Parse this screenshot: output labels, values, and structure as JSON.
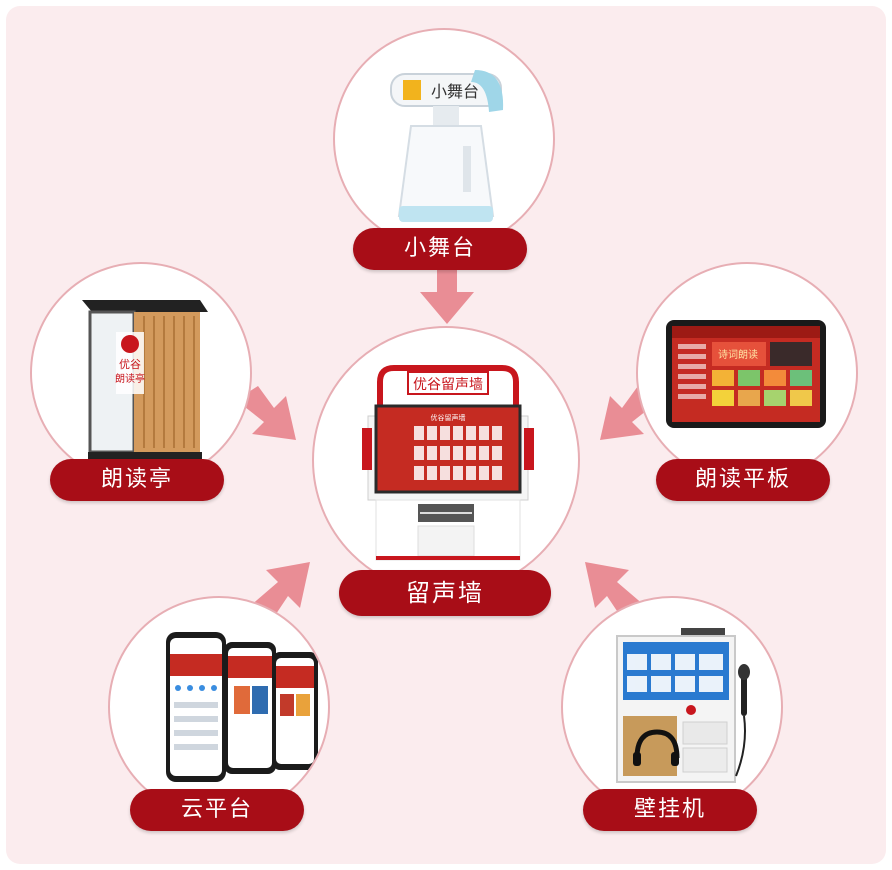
{
  "center": {
    "label": "留声墙",
    "device_title": "优谷留声墙",
    "screen_header": "优谷留声墙"
  },
  "nodes": [
    {
      "id": "stage",
      "label": "小舞台",
      "device_text": "小舞台"
    },
    {
      "id": "booth",
      "label": "朗读亭",
      "device_text": "优谷朗读亭"
    },
    {
      "id": "tablet",
      "label": "朗读平板",
      "device_text": "诗词朗读"
    },
    {
      "id": "cloud",
      "label": "云平台"
    },
    {
      "id": "wall",
      "label": "壁挂机"
    }
  ],
  "colors": {
    "accent": "#a80d17",
    "ring": "#e7aeb4",
    "arrow": "#e98d95",
    "background": "#fbecee"
  },
  "icons": [
    "arrow-down-icon",
    "arrow-right-icon",
    "arrow-left-icon",
    "arrow-up-right-icon",
    "arrow-up-left-icon"
  ]
}
